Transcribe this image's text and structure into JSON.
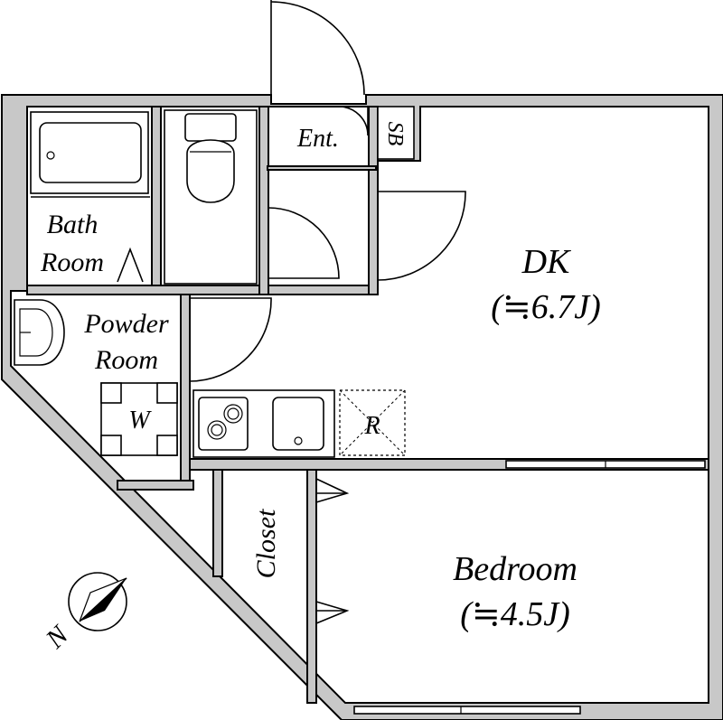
{
  "rooms": {
    "dk": {
      "name": "DK",
      "size": "(≒6.7J)"
    },
    "bedroom": {
      "name": "Bedroom",
      "size": "(≒4.5J)"
    },
    "bath": {
      "line1": "Bath",
      "line2": "Room"
    },
    "powder": {
      "line1": "Powder",
      "line2": "Room"
    },
    "entrance": {
      "name": "Ent."
    },
    "shoe_box": {
      "name": "SB"
    },
    "closet": {
      "name": "Closet"
    },
    "washer": {
      "name": "W"
    },
    "fridge": {
      "name": "R"
    }
  },
  "compass": {
    "label": "N"
  },
  "colors": {
    "wall": "#c8c8c8",
    "line": "#000000",
    "floor": "#ffffff"
  }
}
